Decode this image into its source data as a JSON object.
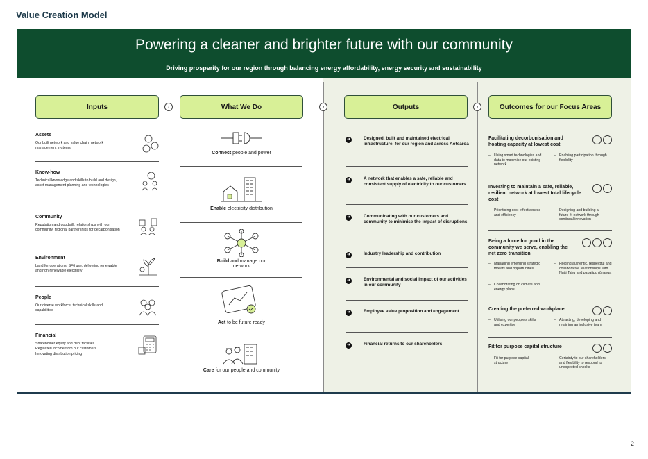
{
  "page": {
    "title": "Value Creation Model",
    "number": "2"
  },
  "banner": {
    "headline": "Powering a cleaner and brighter future with our community",
    "subhead": "Driving prosperity for our region through balancing energy affordability, energy security and sustainability"
  },
  "columns": {
    "inputs": "Inputs",
    "what_we_do": "What We Do",
    "outputs": "Outputs",
    "outcomes": "Outcomes for our Focus Areas"
  },
  "inputs": [
    {
      "title": "Assets",
      "desc": "Our built network and value chain, network management systems",
      "icon": "assets-icon"
    },
    {
      "title": "Know-how",
      "desc": "Technical knowledge and skills to build and design, asset management planning and technologies",
      "icon": "know-how-icon"
    },
    {
      "title": "Community",
      "desc": "Reputation and goodwill, relationships with our community, regional partnerships for decarbonisation",
      "icon": "community-icon"
    },
    {
      "title": "Environment",
      "desc": "Land for operations, SF6 use, delivering renewable and non-renewable electricity",
      "icon": "environment-icon"
    },
    {
      "title": "People",
      "desc": "Our diverse workforce, technical skills and capabilities",
      "icon": "people-icon"
    },
    {
      "title": "Financial",
      "desc": "Shareholder equity and debt facilities\nRegulated income from our customers\nInnovating distribution pricing",
      "icon": "calculator-icon"
    }
  ],
  "what_we_do": [
    {
      "verb": "Connect",
      "rest": " people and power",
      "icon": "plug-icon"
    },
    {
      "verb": "Enable",
      "rest": " electricity distribution",
      "icon": "buildings-icon"
    },
    {
      "verb": "Build",
      "rest": " and manage our network",
      "icon": "network-icon"
    },
    {
      "verb": "Act",
      "rest": " to be future ready",
      "icon": "tablet-chart-icon"
    },
    {
      "verb": "Care",
      "rest": " for our people and community",
      "icon": "workers-icon"
    }
  ],
  "outputs": [
    "Designed, built and maintained electrical infrastructure, for our region and across Aotearoa",
    "A network that enables a safe, reliable and consistent supply of electricity to our customers",
    "Communicating with our customers and community to minimise the impact of disruptions",
    "Industry leadership and contribution",
    "Environmental and social impact of our activities in our community",
    "Employee value proposition and engagement",
    "Financial returns to our shareholders"
  ],
  "outcomes": [
    {
      "title": "Facilitating decorbonisation and hosting capacity at lowest cost",
      "left": [
        "Using smart technologies and data to maximise our existing network"
      ],
      "right": [
        "Enabling participation through flexibility"
      ]
    },
    {
      "title": "Investing to maintain a safe, reliable, resilient network at lowest total lifecycle cost",
      "left": [
        "Prioritising cost-effectiveness and efficiency"
      ],
      "right": [
        "Designing and building a future-fit network through continual innovation"
      ]
    },
    {
      "title": "Being a force for good in the community we serve, enabling the net zero transition",
      "left": [
        "Managing emerging strategic threats and opportunities",
        "Collaborating on climate and energy plans"
      ],
      "right": [
        "Holding authentic, respectful and collaborative relationships with Ngāi Tahu and papatipu rūnanga"
      ]
    },
    {
      "title": "Creating the preferred workplace",
      "left": [
        "Utilising our people's skills and expertise"
      ],
      "right": [
        "Attracting, developing and retaining an inclusive team"
      ]
    },
    {
      "title": "Fit for purpose capital structure",
      "left": [
        "Fit for purpose capital structure"
      ],
      "right": [
        "Certainty to our shareholders and flexibility to respond to unexpected shocks"
      ]
    }
  ],
  "colors": {
    "banner": "#0e4d2e",
    "header_fill": "#d8f097",
    "panel": "#eef1e6",
    "rule": "#1f3b4d"
  }
}
